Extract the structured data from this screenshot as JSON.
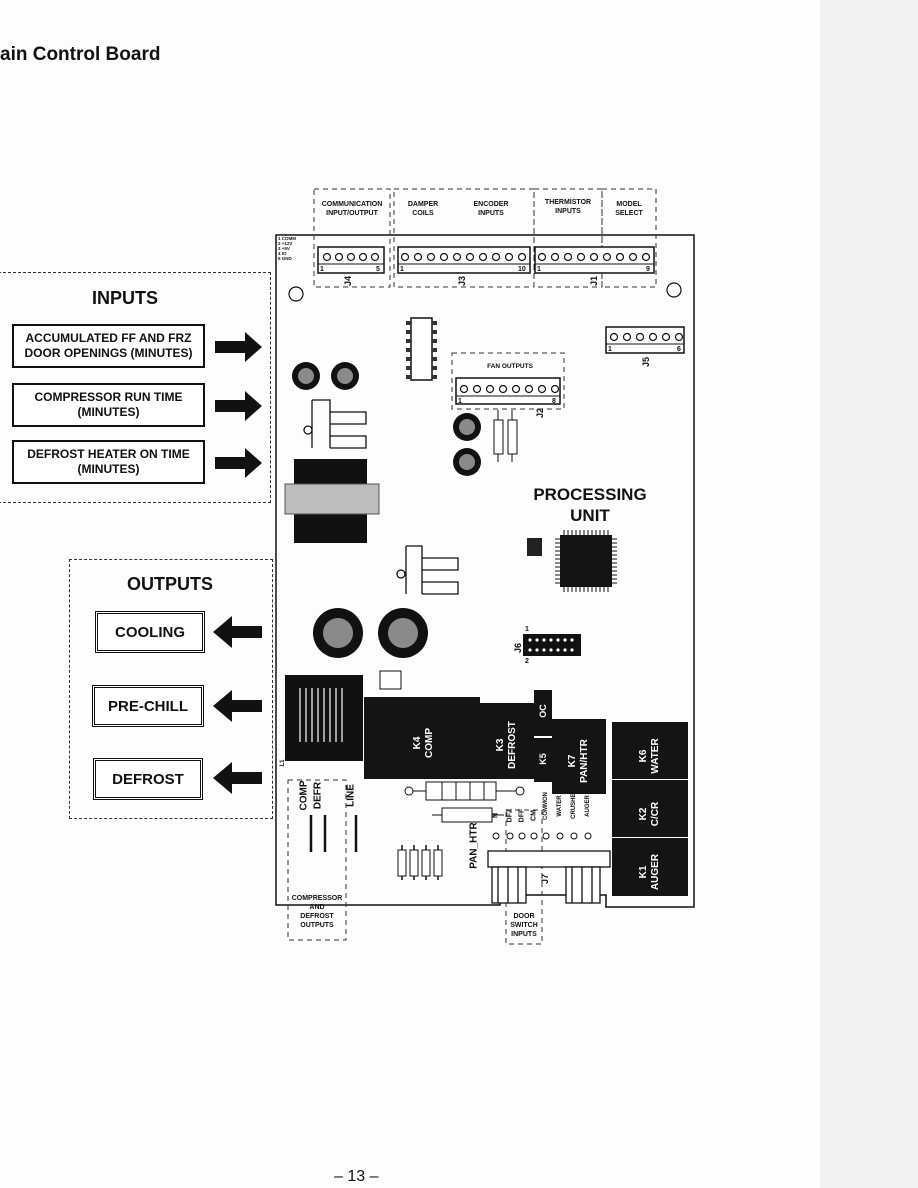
{
  "page": {
    "title": "ain Control Board",
    "page_number": "– 13 –"
  },
  "inputs": {
    "title": "INPUTS",
    "items": [
      {
        "line1": "ACCUMULATED FF AND FRZ",
        "line2": "DOOR OPENINGS (MINUTES)"
      },
      {
        "line1": "COMPRESSOR RUN TIME",
        "line2": "(MINUTES)"
      },
      {
        "line1": "DEFROST HEATER ON TIME",
        "line2": "(MINUTES)"
      }
    ]
  },
  "outputs": {
    "title": "OUTPUTS",
    "items": [
      "COOLING",
      "PRE-CHILL",
      "DEFROST"
    ]
  },
  "connectors": {
    "communication": {
      "label": "COMMUNICATION\nINPUT/OUTPUT",
      "id": "J4",
      "pin_first": "1",
      "pin_last": "5",
      "side": "1 COMM\n2 +12V\n3 +5V\n4 IO\n5 GND"
    },
    "damper": {
      "label": "DAMPER\nCOILS"
    },
    "encoder": {
      "label": "ENCODER\nINPUTS",
      "id": "J3",
      "pin_first": "1",
      "pin_last": "10"
    },
    "thermistor": {
      "label": "THERMISTOR\nINPUTS",
      "id": "J1",
      "pin_first": "1",
      "pin_last": "9"
    },
    "model": {
      "label": "MODEL\nSELECT"
    },
    "fan": {
      "label": "FAN OUTPUTS",
      "id": "J2",
      "pin_first": "1",
      "pin_last": "8"
    },
    "j5": {
      "id": "J5",
      "pin_first": "1",
      "pin_last": "6"
    },
    "j6": {
      "id": "J6",
      "pin_first": "1",
      "pin_last": "2"
    },
    "j7": {
      "id": "J7"
    }
  },
  "processing_unit": {
    "line1": "PROCESSING",
    "line2": "UNIT"
  },
  "relays": [
    {
      "id": "K4",
      "name": "COMP"
    },
    {
      "id": "K3",
      "name": "DEFROST"
    },
    {
      "id": "OC",
      "name": ""
    },
    {
      "id": "K5",
      "name": ""
    },
    {
      "id": "K7",
      "name": "PAN/HTR"
    },
    {
      "id": "K6",
      "name": "WATER"
    },
    {
      "id": "K2",
      "name": "C/CR"
    },
    {
      "id": "K1",
      "name": "AUGER"
    }
  ],
  "compressor_outputs": {
    "labels": [
      "COMP",
      "DEFR",
      "LINE"
    ],
    "caption": "COMPRESSOR\nAND\nDEFROST\nOUTPUTS",
    "l1": "L1"
  },
  "pan_htr": "PAN_HTR",
  "door_switch": {
    "pins": [
      "N",
      "DFZ",
      "DFF",
      "CM",
      "COMMON",
      "WATER",
      "CRUSHER",
      "AUGER"
    ],
    "caption": "DOOR\nSWITCH\nINPUTS"
  },
  "colors": {
    "relay": "#141414",
    "ink": "#111111",
    "paper": "#fdfdfb"
  }
}
